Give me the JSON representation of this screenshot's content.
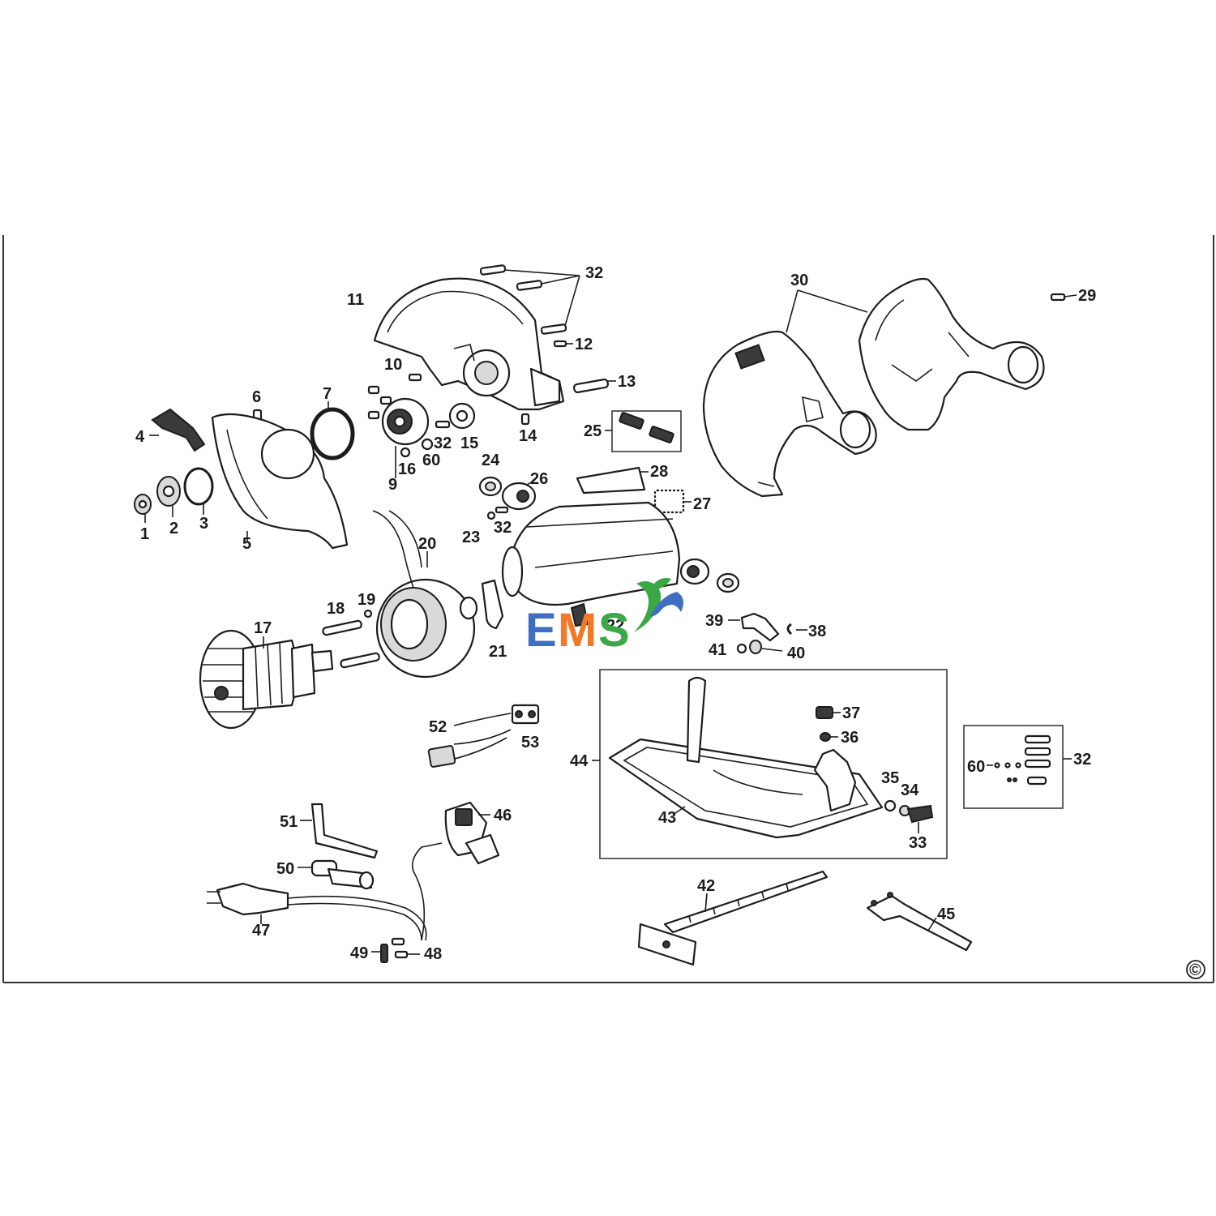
{
  "diagram": {
    "callouts": [
      "1",
      "2",
      "3",
      "4",
      "5",
      "6",
      "7",
      "9",
      "10",
      "11",
      "12",
      "13",
      "14",
      "15",
      "16",
      "17",
      "18",
      "19",
      "20",
      "21",
      "22",
      "23",
      "24",
      "25",
      "26",
      "27",
      "28",
      "29",
      "30",
      "32",
      "33",
      "34",
      "35",
      "36",
      "37",
      "38",
      "39",
      "40",
      "41",
      "42",
      "43",
      "44",
      "45",
      "46",
      "47",
      "48",
      "49",
      "50",
      "51",
      "52",
      "53",
      "60"
    ],
    "labels": {
      "p1": "1",
      "p2": "2",
      "p3": "3",
      "p4": "4",
      "p5": "5",
      "p6": "6",
      "p7": "7",
      "p9": "9",
      "p10": "10",
      "p11": "11",
      "p12": "12",
      "p13": "13",
      "p14": "14",
      "p15": "15",
      "p16": "16",
      "p17": "17",
      "p18": "18",
      "p19": "19",
      "p20": "20",
      "p21": "21",
      "p22": "22",
      "p23": "23",
      "p24": "24",
      "p25": "25",
      "p26": "26",
      "p27": "27",
      "p28": "28",
      "p29": "29",
      "p30": "30",
      "p32a": "32",
      "p32b": "32",
      "p32c": "32",
      "p32d": "32",
      "p33": "33",
      "p34": "34",
      "p35": "35",
      "p36": "36",
      "p37": "37",
      "p38": "38",
      "p39": "39",
      "p40": "40",
      "p41": "41",
      "p42": "42",
      "p43": "43",
      "p44": "44",
      "p45": "45",
      "p46": "46",
      "p47": "47",
      "p48": "48",
      "p49": "49",
      "p50": "50",
      "p51": "51",
      "p52": "52",
      "p53": "53",
      "p60a": "60",
      "p60b": "60"
    }
  },
  "watermark": {
    "text_e": "E",
    "text_m": "M",
    "text_s": "S",
    "color_blue": "#3f6fc2",
    "color_orange": "#f07a28",
    "color_green": "#3aa845"
  },
  "copyright_symbol": "©"
}
